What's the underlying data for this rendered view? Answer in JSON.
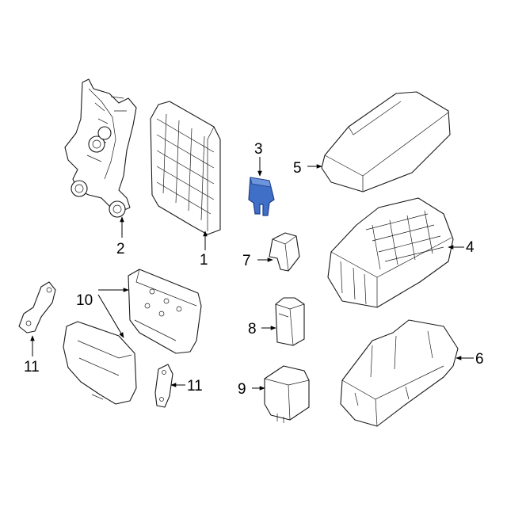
{
  "colors": {
    "background": "#ffffff",
    "line": "#1a1a1a",
    "highlight_fill": "#3f6fc6",
    "highlight_stroke": "#1f3f8a"
  },
  "callouts": {
    "c1": "1",
    "c2": "2",
    "c3": "3",
    "c4": "4",
    "c5": "5",
    "c6": "6",
    "c7": "7",
    "c8": "8",
    "c9": "9",
    "c10": "10",
    "c11a": "11",
    "c11b": "11"
  },
  "highlighted_part": "3"
}
